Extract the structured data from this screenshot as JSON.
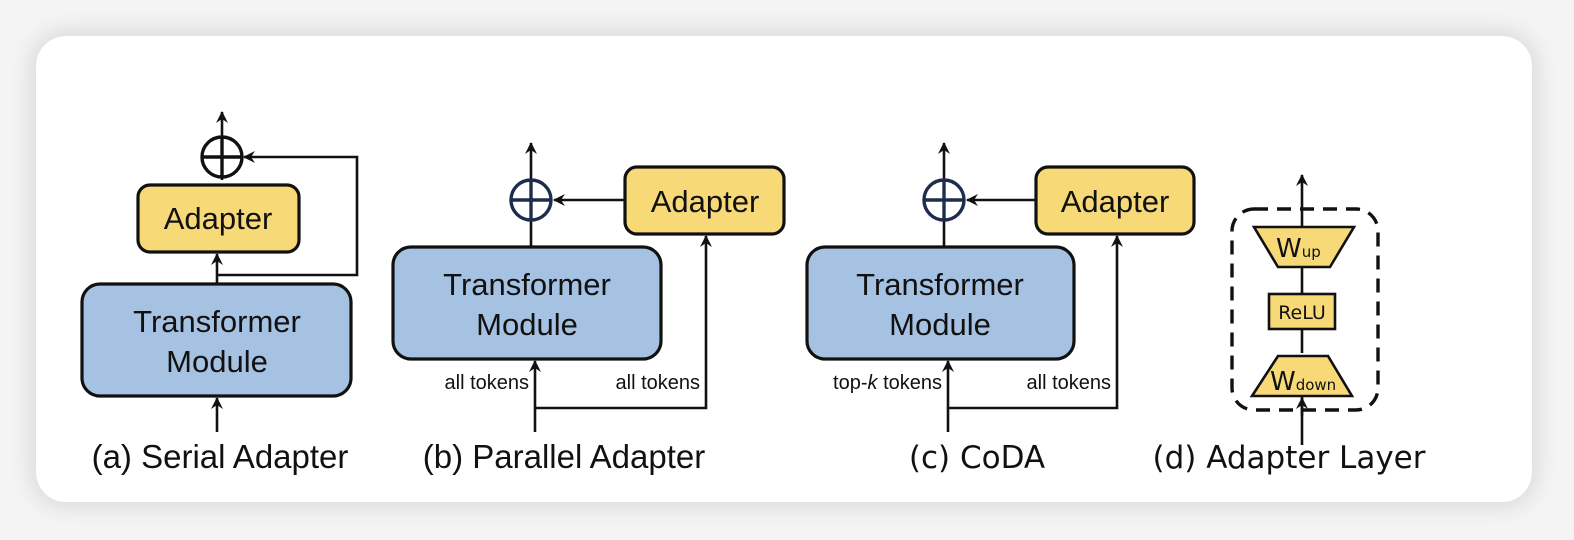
{
  "colors": {
    "adapter_fill": "#f7d978",
    "transformer_fill": "#a6c2e2",
    "stroke": "#111111",
    "plus_dark": "#111111",
    "plus_navy": "#1f2d4d"
  },
  "panels": {
    "a": {
      "caption": "(a) Serial Adapter",
      "adapter": "Adapter",
      "transformer_line1": "Transformer",
      "transformer_line2": "Module",
      "combine_icon": "circle-plus"
    },
    "b": {
      "caption": "(b) Parallel Adapter",
      "adapter": "Adapter",
      "transformer_line1": "Transformer",
      "transformer_line2": "Module",
      "left_input_label": "all tokens",
      "right_input_label": "all tokens",
      "combine_icon": "circle-plus"
    },
    "c": {
      "caption": "(c) CoDA",
      "adapter": "Adapter",
      "transformer_line1": "Transformer",
      "transformer_line2": "Module",
      "left_input_label_prefix": "top-",
      "left_input_label_var": "k",
      "left_input_label_suffix": " tokens",
      "right_input_label": "all tokens",
      "combine_icon": "circle-plus"
    },
    "d": {
      "caption": "(d) Adapter Layer",
      "w_up_main": "W",
      "w_up_sub": "up",
      "relu": "ReLU",
      "w_down_main": "W",
      "w_down_sub": "down"
    }
  }
}
